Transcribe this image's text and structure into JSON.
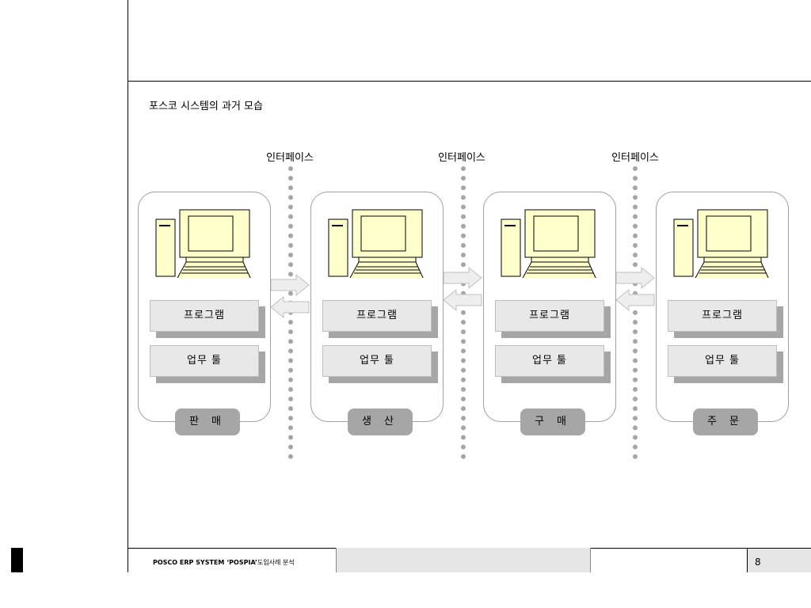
{
  "slide": {
    "title": "포스코 시스템의 과거 모습",
    "interface_label": "인터페이스",
    "departments": [
      {
        "name": "판 매",
        "program": "프로그램",
        "tool": "업무 툴"
      },
      {
        "name": "생 산",
        "program": "프로그램",
        "tool": "업무 툴"
      },
      {
        "name": "구 매",
        "program": "프로그램",
        "tool": "업무 툴"
      },
      {
        "name": "주 문",
        "program": "프로그램",
        "tool": "업무 툴"
      }
    ]
  },
  "footer": {
    "title_en": "POSCO ERP SYSTEM ‘POSPIA’",
    "title_ko": "도입사례 분석",
    "page_number": "8"
  },
  "colors": {
    "computer_fill": "#ffffcc",
    "gray_shadow": "#a6a6a6",
    "card_face": "#e8e8e8",
    "dotted_line": "#a6a6a6"
  },
  "icons": {
    "computer": "computer-icon",
    "arrow_right": "arrow-right-icon",
    "arrow_left": "arrow-left-icon"
  }
}
